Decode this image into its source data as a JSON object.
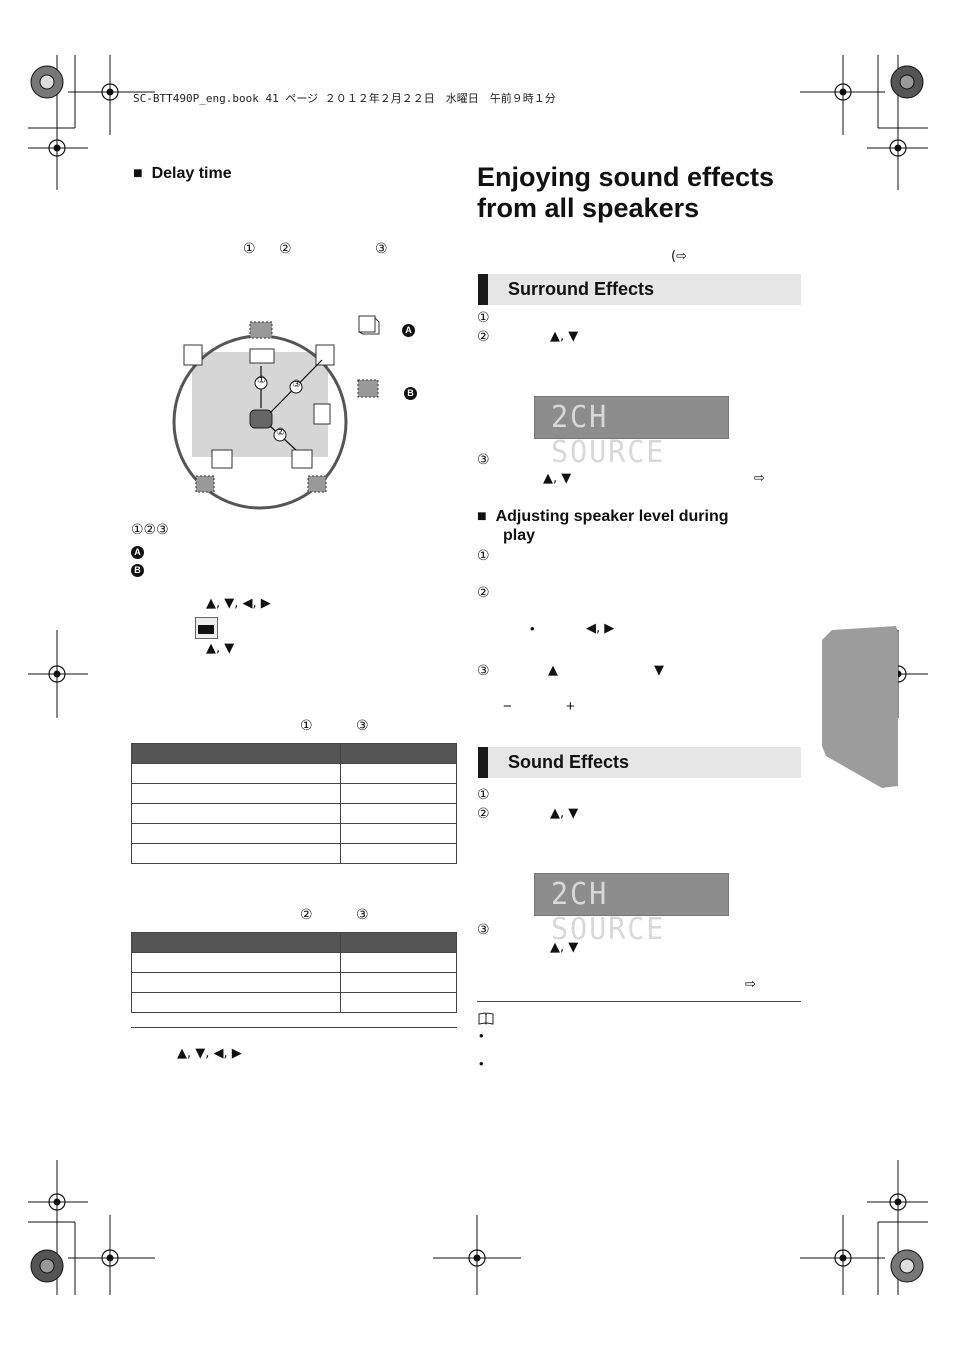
{
  "header": {
    "text": "SC-BTT490P_eng.book  41 ページ  ２０１２年２月２２日　水曜日　午前９時１分"
  },
  "left": {
    "section_heading": "Delay time",
    "steps_circles": [
      "①",
      "②",
      "③"
    ],
    "diagram": {
      "labels": [
        "①",
        "③",
        "②"
      ],
      "legend_a": "A",
      "legend_b": "B"
    },
    "legend_circles": "①②③",
    "legend_a": "A",
    "legend_b": "B",
    "nav_arrows_1": "▲, ▼, ◀, ▶",
    "nav_arrows_2": "▲, ▼",
    "table1_refs": [
      "①",
      "③"
    ],
    "table2_refs": [
      "②",
      "③"
    ],
    "nav_arrows_3": "▲, ▼, ◀, ▶"
  },
  "right": {
    "title_line1": "Enjoying sound effects",
    "title_line2": "from all speakers",
    "ref_arrow": "(⇨",
    "surround": {
      "bar_title": "Surround Effects",
      "step1": "①",
      "step2": "②",
      "step2_arrows": "▲, ▼",
      "lcd_text": "2CH SOURCE",
      "step3": "③",
      "step3_arrows": "▲, ▼",
      "step3_ref": "⇨"
    },
    "adjust": {
      "heading_line1": "Adjusting speaker level during",
      "heading_line2": "play",
      "step1": "①",
      "step2": "②",
      "bullet": "•",
      "lr_arrows": "◀, ▶",
      "step3": "③",
      "up": "▲",
      "down": "▼",
      "minus": "−",
      "plus": "+"
    },
    "sound": {
      "bar_title": "Sound Effects",
      "step1": "①",
      "step2": "②",
      "step2_arrows": "▲, ▼",
      "lcd_text": "2CH SOURCE",
      "step3": "③",
      "step3_arrows": "▲, ▼",
      "step3_ref": "⇨"
    },
    "note_icon": "book-icon",
    "note_bullets": [
      "•",
      "•"
    ]
  }
}
